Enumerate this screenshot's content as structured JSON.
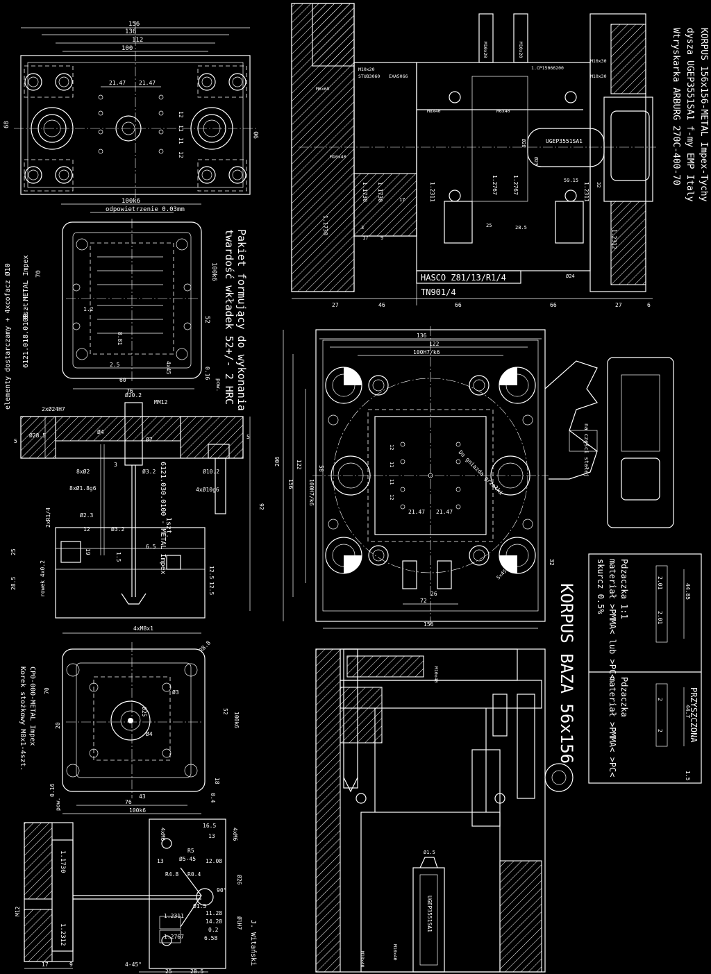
{
  "title_block": {
    "line1": "KORPUS 156x156-METAL Impex-Tychy",
    "line2": "dysza UGEP3551SA1 f-my EMP Italy",
    "line3": "Wtryskarka ARBURG 270C-400-70"
  },
  "top_left_view": {
    "dims": [
      "156",
      "136",
      "112",
      "100",
      "21.47",
      "21.47",
      "68",
      "90",
      "12",
      "11",
      "11",
      "12"
    ]
  },
  "formujacy": {
    "heading1": "Pakiet formujący do wykonania",
    "heading2": "twardość wkładek 52+/- 2 HRC",
    "dims": [
      "100k6",
      "odpowietrzenie 0.03mm",
      "100k6",
      "70",
      "52",
      "4x45",
      "2.5",
      "60",
      "76",
      "0.16",
      "pow.",
      "1.2",
      "8.81"
    ],
    "part_ref": "6121.018.0100 - METAL Impex",
    "part_qty": "8szt.",
    "note": "elementy dostarczamy + 4xcofacz Ø10"
  },
  "section_mid_left": {
    "dims": [
      "2xØ24H7",
      "Ø20.2",
      "MM12",
      "Ø28.5",
      "Ø4",
      "Ø7",
      "8xØ2",
      "8xØ1.8g6",
      "Ø3.2",
      "Ø10.2",
      "4xØ10g6",
      "Ø2.3",
      "2xR1/4",
      "12",
      "Ø3.2",
      "1.5",
      "19",
      "25",
      "28.5",
      "rowek 4x0.2",
      "12.5",
      "12.5",
      "6.5",
      "5",
      "5",
      "3",
      "92"
    ],
    "part_ref": "6121.030.0100 - METAL Impex",
    "part_qty": "1szt."
  },
  "plate_lower_left": {
    "dims": [
      "4xM8x1",
      "R8.8",
      "Ø25",
      "Ø3",
      "Ø4",
      "70",
      "20",
      "52",
      "100k6",
      "18",
      "0.4",
      "43",
      "76",
      "100k6",
      "0.16",
      "pow."
    ],
    "part_ref": "CP0-000-METAL Impex",
    "part_desc": "Korek stożkowy M8x1-4szt."
  },
  "bottom_left": {
    "dims": [
      "4xM6",
      "4xM6",
      "16.5",
      "13",
      "13",
      "12.08",
      "R5",
      "Ø5-45",
      "R4.8",
      "R0.4",
      "90°",
      "Ø1.5",
      "11.28",
      "14.28",
      "0.2",
      "6.58",
      "4-45°",
      "25",
      "28.5",
      "17",
      "9",
      "Ø26",
      "ØlH7",
      "M12"
    ],
    "labels": [
      "1.1730",
      "1.2312",
      "1.2311",
      "1.2767"
    ],
    "signature": "J. Witański"
  },
  "top_right_section": {
    "labels": [
      "M10x20",
      "STUB3060",
      "EXA5066",
      "1.CP15066200",
      "M6x65",
      "M8x40",
      "M6x40",
      "M10x40",
      "M10x30",
      "M10x30",
      "1.1730",
      "1.1730",
      "1.1730",
      "1.2311",
      "1.2767",
      "1.2767",
      "1.2311",
      "1.2312",
      "UGEP3551SA1",
      "Ø23",
      "Ø28",
      "59.15",
      "32",
      "Ø24",
      "25",
      "28.5",
      "17",
      "3",
      "17",
      "9",
      "M10x20",
      "M10x20"
    ],
    "note1": "HASCO Z81/13/R1/4",
    "note2": "TN901/4",
    "bottom_dims": [
      "27",
      "46",
      "66",
      "66",
      "27",
      "6"
    ]
  },
  "mid_right_plan": {
    "dims": [
      "136",
      "122",
      "100H7/k6",
      "206",
      "156",
      "122",
      "100H7/k6",
      "58",
      "12",
      "11",
      "11",
      "12",
      "21.47",
      "21.47",
      "26",
      "72",
      "156",
      "32",
      "5x45"
    ],
    "labels": [
      "Do gniazda grzałki",
      "na części stałej"
    ]
  },
  "spec_box": {
    "heading": "PRZYSZCZONA",
    "row1_name": "Pdzaczka 1:1",
    "row1_mat": "materiał >PMMA< lub >PC<",
    "row1_shrink": "skurcz 0.5%",
    "row2_name": "Pdzaczka",
    "row2_mat": "materiał >PMMA< >PC<",
    "dims": [
      "44.85",
      "2.01",
      "2.01",
      "44.7",
      "2",
      "2",
      "1.5"
    ]
  },
  "big_title": "KORPUS BAZA 56x156",
  "bottom_right_section": {
    "labels": [
      "M10x40",
      "UGEP3551SA1",
      "Ø1.5",
      "M10x40",
      "M10x40"
    ]
  }
}
